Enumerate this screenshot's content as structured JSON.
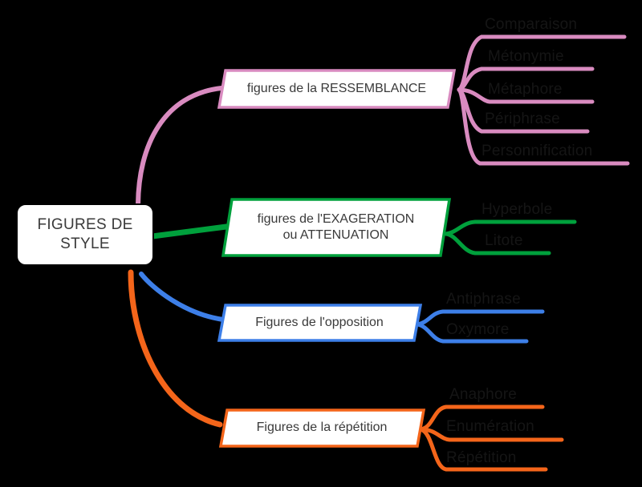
{
  "diagram": {
    "type": "mind-map",
    "title": "FIGURES DE STYLE",
    "background_color": "#000000",
    "root": {
      "label": "FIGURES DE\nSTYLE",
      "border_color": "#000000",
      "fill_color": "#ffffff"
    },
    "branches": [
      {
        "id": "ressemblance",
        "label": "figures de la RESSEMBLANCE",
        "color": "#d98bc0",
        "leaves": [
          {
            "label": "Comparaison"
          },
          {
            "label": "Métonymie"
          },
          {
            "label": "Métaphore"
          },
          {
            "label": "Périphrase"
          },
          {
            "label": "Personnification"
          }
        ]
      },
      {
        "id": "exageration",
        "label": "figures de l'EXAGERATION\n ou ATTENUATION",
        "color": "#00a03c",
        "leaves": [
          {
            "label": "Hyperbole"
          },
          {
            "label": "Litote"
          }
        ]
      },
      {
        "id": "opposition",
        "label": "Figures de l'opposition",
        "color": "#3d7fe8",
        "leaves": [
          {
            "label": "Antiphrase"
          },
          {
            "label": "Oxymore"
          }
        ]
      },
      {
        "id": "repetition",
        "label": "Figures de la répétition",
        "color": "#f4651a",
        "leaves": [
          {
            "label": "Anaphore"
          },
          {
            "label": "Enumération"
          },
          {
            "label": "Répétition"
          }
        ]
      }
    ]
  }
}
